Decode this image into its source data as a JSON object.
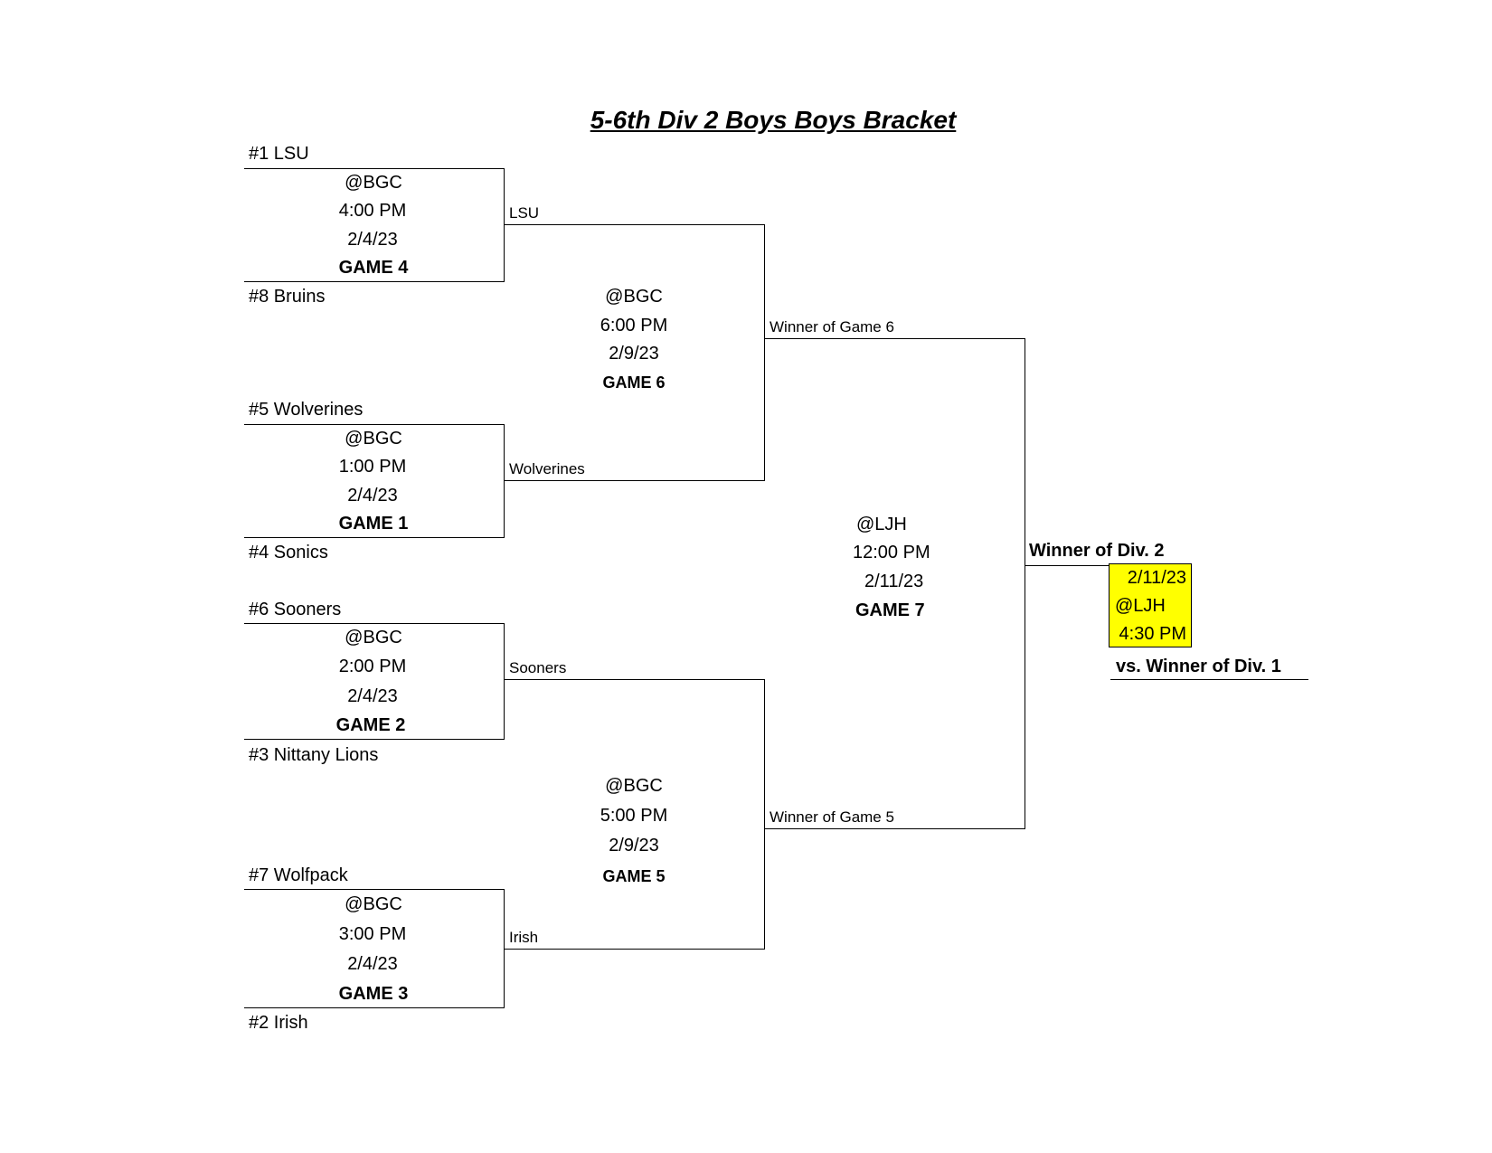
{
  "title": "5-6th Div 2 Boys Boys Bracket",
  "seeds": {
    "s1": "#1 LSU",
    "s8": "#8 Bruins",
    "s5": "#5 Wolverines",
    "s4": "#4 Sonics",
    "s6": "#6 Sooners",
    "s3": "#3 Nittany Lions",
    "s7": "#7 Wolfpack",
    "s2": "#2 Irish"
  },
  "games": {
    "g4": {
      "location": "@BGC",
      "time": "4:00 PM",
      "date": "2/4/23",
      "label": "GAME 4"
    },
    "g1": {
      "location": "@BGC",
      "time": "1:00 PM",
      "date": "2/4/23",
      "label": "GAME 1"
    },
    "g2": {
      "location": "@BGC",
      "time": "2:00 PM",
      "date": "2/4/23",
      "label": "GAME 2"
    },
    "g3": {
      "location": "@BGC",
      "time": "3:00 PM",
      "date": "2/4/23",
      "label": "GAME 3"
    },
    "g6": {
      "location": "@BGC",
      "time": "6:00 PM",
      "date": "2/9/23",
      "label": "GAME 6"
    },
    "g5": {
      "location": "@BGC",
      "time": "5:00 PM",
      "date": "2/9/23",
      "label": "GAME 5"
    },
    "g7": {
      "location": "@LJH",
      "time": "12:00 PM",
      "date": "2/11/23",
      "label": "GAME 7"
    }
  },
  "advancers": {
    "r2_top": "LSU",
    "r2_wol": "Wolverines",
    "r2_soo": "Sooners",
    "r2_iri": "Irish",
    "r3_top": "Winner of Game 6",
    "r3_bot": "Winner of Game 5"
  },
  "final": {
    "winner_label": "Winner of Div. 2",
    "date": "2/11/23",
    "location": "@LJH",
    "time": "4:30 PM",
    "opponent": "vs. Winner of Div. 1"
  },
  "colors": {
    "highlight": "#ffff00",
    "line": "#000000"
  }
}
